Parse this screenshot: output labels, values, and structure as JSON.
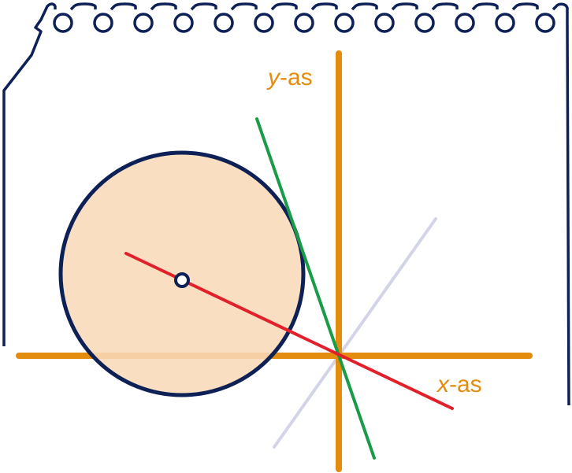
{
  "axes": {
    "y_label_var": "y",
    "y_label_suffix": "-as",
    "x_label_var": "x",
    "x_label_suffix": "-as"
  },
  "colors": {
    "outline": "#0d2157",
    "axis": "#e38c0e",
    "circle_fill": "#f8d9b9",
    "radius_line": "#e1202a",
    "tangent_line": "#1a9b47",
    "bisector_line": "#d4d4e8"
  }
}
